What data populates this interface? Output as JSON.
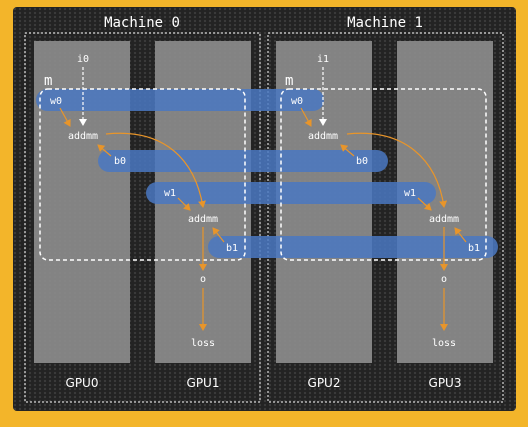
{
  "machines": [
    {
      "title": "Machine 0",
      "gpus": [
        "GPU0",
        "GPU1"
      ]
    },
    {
      "title": "Machine 1",
      "gpus": [
        "GPU2",
        "GPU3"
      ]
    }
  ],
  "model_label": "m",
  "nodes": {
    "input": "i0",
    "input2": "i1",
    "w0": "w0",
    "addmm1": "addmm",
    "b0": "b0",
    "w1": "w1",
    "addmm2": "addmm",
    "b1": "b1",
    "out": "o",
    "loss": "loss"
  },
  "colors": {
    "border": "#f3b52a",
    "param_bar": "#4a78c2",
    "arrow": "#e8952a",
    "gpu_column": "#8c8c8c"
  }
}
